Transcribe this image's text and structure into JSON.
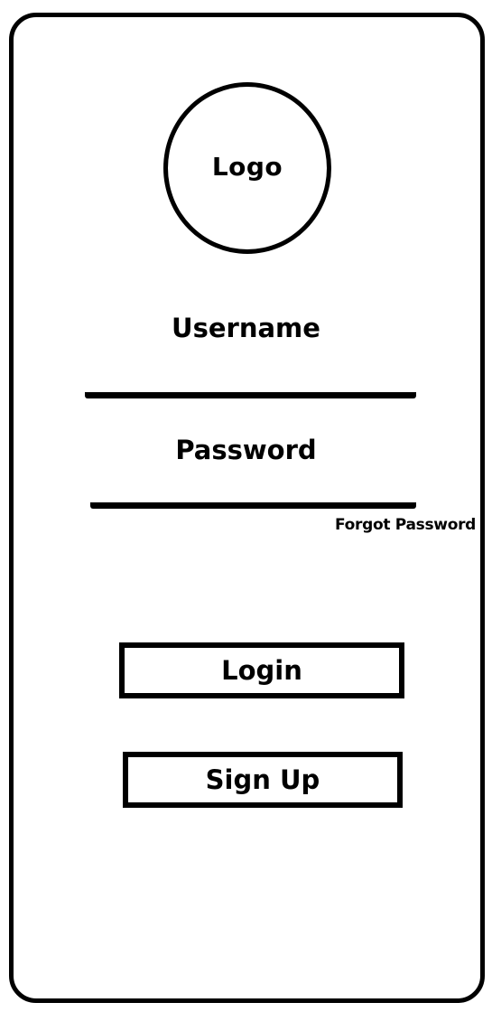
{
  "logo": {
    "label": "Logo"
  },
  "form": {
    "username_label": "Username",
    "username_value": "",
    "password_label": "Password",
    "password_value": "",
    "forgot_password_label": "Forgot Password"
  },
  "actions": {
    "login_label": "Login",
    "signup_label": "Sign Up"
  }
}
